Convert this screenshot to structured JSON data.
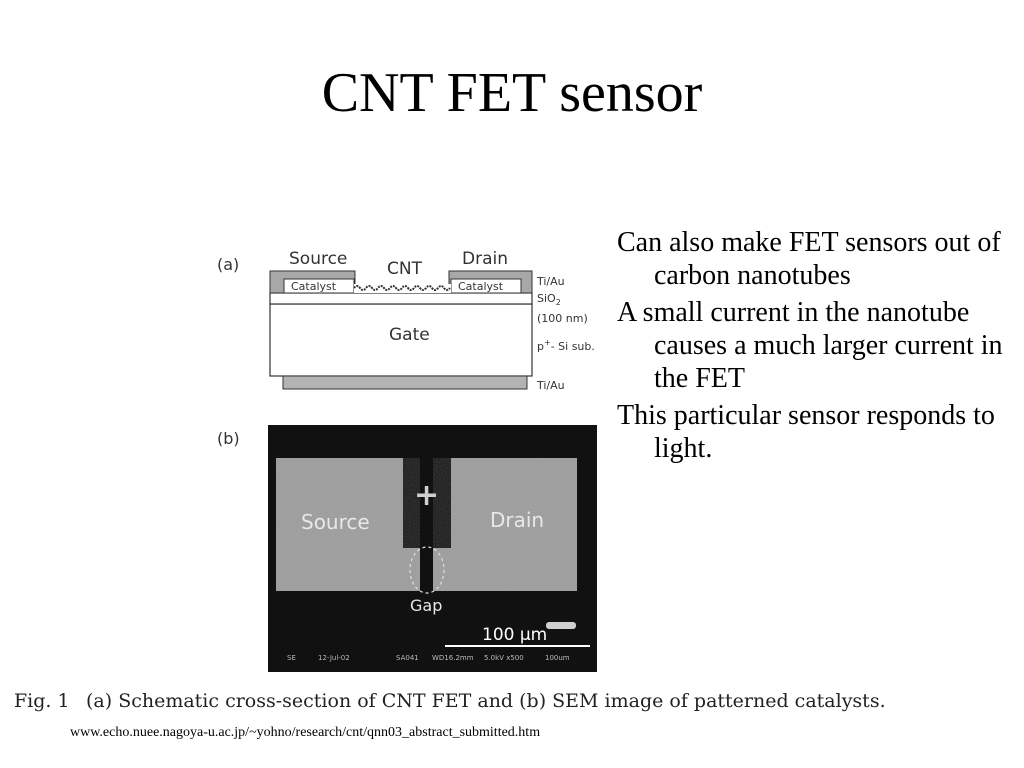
{
  "slide": {
    "title": "CNT FET sensor",
    "bullets": [
      "Can also make FET sensors out of carbon nanotubes",
      "A small current in the nanotube causes a much larger current in the FET",
      "This particular sensor responds to light."
    ],
    "url": "www.echo.nuee.nagoya-u.ac.jp/~yohno/research/cnt/qnn03_abstract_submitted.htm"
  },
  "figure": {
    "panel_a": {
      "label": "(a)",
      "source": "Source",
      "cnt": "CNT",
      "drain": "Drain",
      "catalyst_left": "Catalyst",
      "catalyst_right": "Catalyst",
      "gate": "Gate",
      "tiau_top": "Ti/Au",
      "sio2": "SiO",
      "sio2_sub": "2",
      "thickness": "(100 nm)",
      "psi": "p",
      "psi_sup": "+",
      "psi_rest": "- Si sub.",
      "tiau_bottom": "Ti/Au"
    },
    "panel_b": {
      "label": "(b)",
      "source": "Source",
      "drain": "Drain",
      "plus": "+",
      "gap": "Gap",
      "scale": "100 μm",
      "meta_se": "SE",
      "meta_date": "12-Jul-02",
      "meta_id": "SA041",
      "meta_wd": "WD16.2mm",
      "meta_kv": "5.0kV x500",
      "meta_scale": "100um"
    },
    "caption_label": "Fig. 1",
    "caption_text": "(a) Schematic cross-section of CNT FET and (b) SEM image of patterned catalysts."
  }
}
